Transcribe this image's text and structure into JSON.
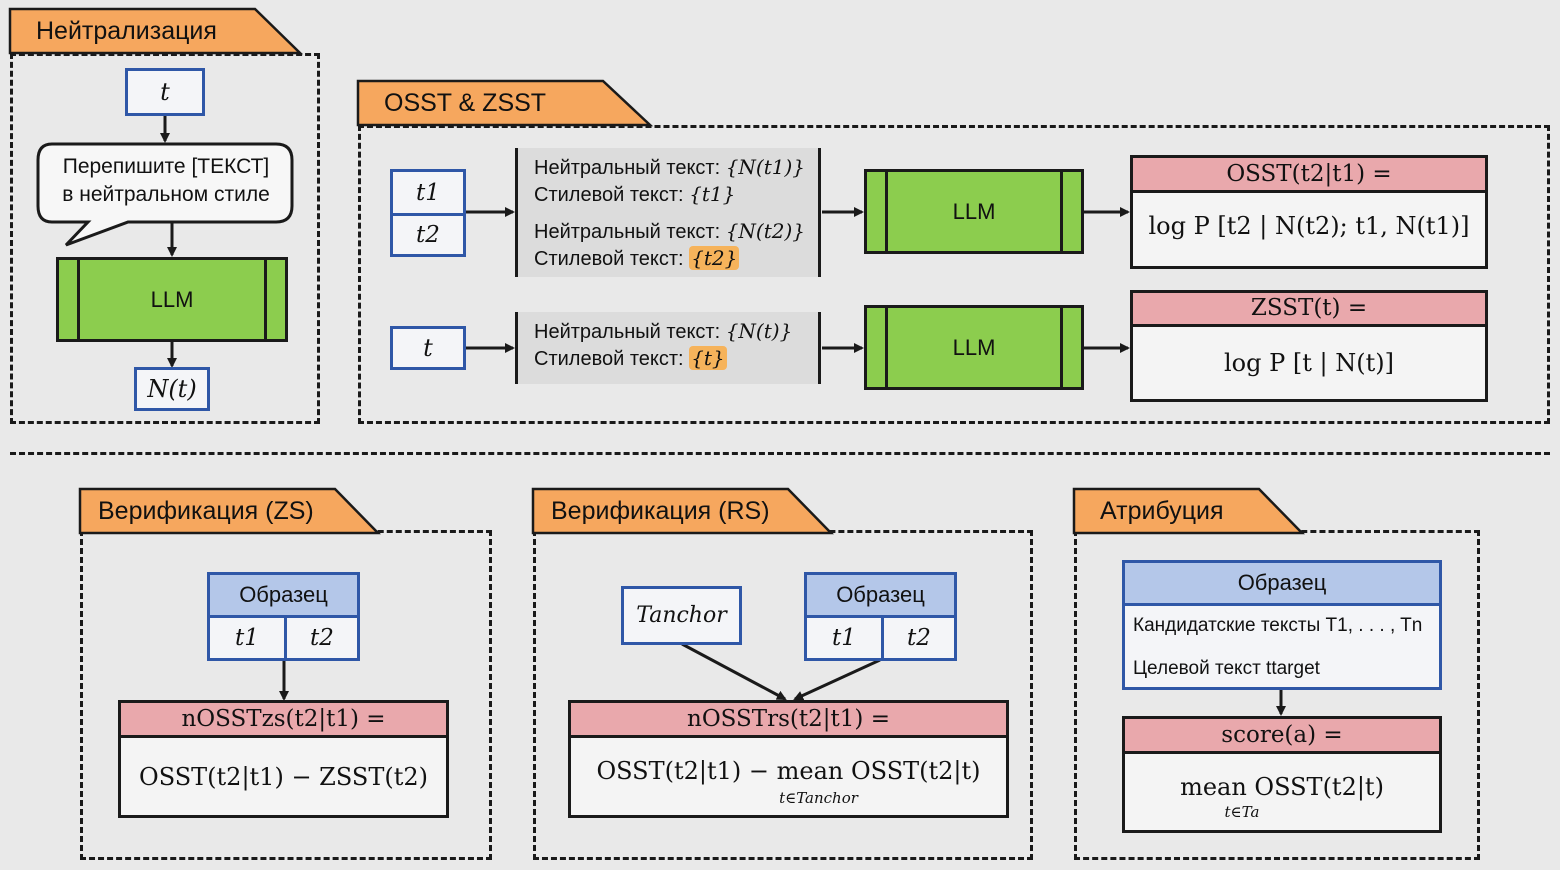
{
  "neutralization": {
    "title": "Нейтрализация",
    "input": "t",
    "bubble_line1": "Перепишите [ТЕКСТ]",
    "bubble_line2": "в нейтральном стиле",
    "llm": "LLM",
    "output": "N(t)"
  },
  "osst_zsst": {
    "title": "OSST & ZSST",
    "row1": {
      "input_top": "t1",
      "input_bottom": "t2",
      "p1_label": "Нейтральный текст: ",
      "p1_value": "{N(t1)}",
      "p2_label": "Стилевой текст: ",
      "p2_value": "{t1}",
      "p3_label": "Нейтральный текст: ",
      "p3_value": "{N(t2)}",
      "p4_label": "Стилевой текст: ",
      "p4_value": "{t2}",
      "llm": "LLM",
      "result_header": "OSST(t2|t1) =",
      "result_body": "log P [t2 | N(t2); t1, N(t1)]"
    },
    "row2": {
      "input": "t",
      "p1_label": "Нейтральный текст: ",
      "p1_value": "{N(t)}",
      "p2_label": "Стилевой текст: ",
      "p2_value": "{t}",
      "llm": "LLM",
      "result_header": "ZSST(t) =",
      "result_body": "log P [t | N(t)]"
    }
  },
  "verification_zs": {
    "title": "Верификация (ZS)",
    "sample_header": "Образец",
    "cell_left": "t1",
    "cell_right": "t2",
    "result_header": "nOSSTzs(t2|t1) =",
    "result_body": "OSST(t2|t1) − ZSST(t2)"
  },
  "verification_rs": {
    "title": "Верификация (RS)",
    "anchor": "Tanchor",
    "sample_header": "Образец",
    "cell_left": "t1",
    "cell_right": "t2",
    "result_header": "nOSSTrs(t2|t1) =",
    "result_body": "OSST(t2|t1) − mean OSST(t2|t)",
    "result_sub": "t∈Tanchor"
  },
  "attribution": {
    "title": "Атрибуция",
    "sample_header": "Образец",
    "line1": "Кандидатские тексты T1, . . . , Tn",
    "line2": "Целевой текст ttarget",
    "result_header": "score(a) =",
    "result_body": "mean OSST(t2|t)",
    "result_sub": "t∈Ta"
  },
  "colors": {
    "tab": "#f6a75e",
    "llm": "#8ccd4e",
    "result_header": "#e9a8ac",
    "sample_header": "#b4c7e9",
    "blue_border": "#2f57a7",
    "highlight": "#f6b35b"
  }
}
